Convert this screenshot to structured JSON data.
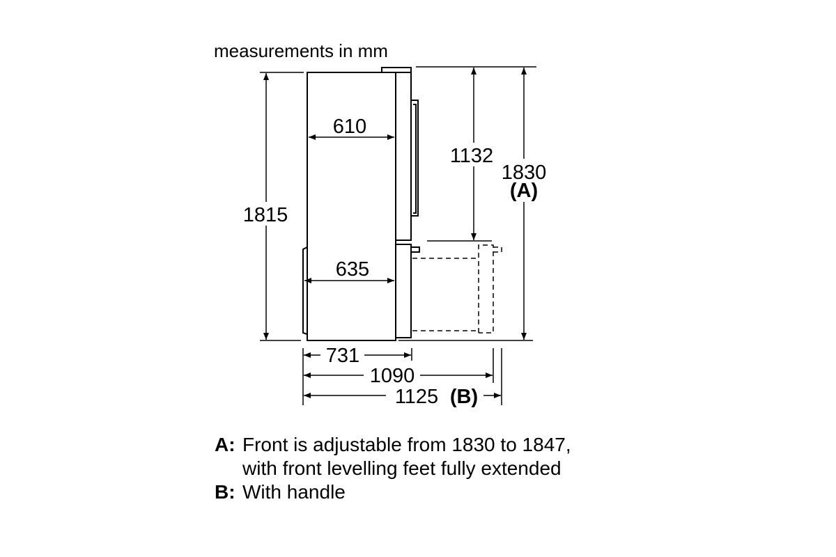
{
  "title": "measurements in mm",
  "dimensions": {
    "height_body": "1815",
    "width_top": "610",
    "width_bottom": "635",
    "height_to_drawer": "1132",
    "height_total": "1830",
    "height_total_note": "(A)",
    "depth_body": "731",
    "depth_drawer_open": "1090",
    "depth_with_handle": "1125",
    "depth_with_handle_note": "(B)"
  },
  "notes": [
    {
      "key": "A:",
      "text": "Front is adjustable from 1830 to 1847,",
      "text2": "with front levelling feet fully extended"
    },
    {
      "key": "B:",
      "text": "With handle"
    }
  ]
}
